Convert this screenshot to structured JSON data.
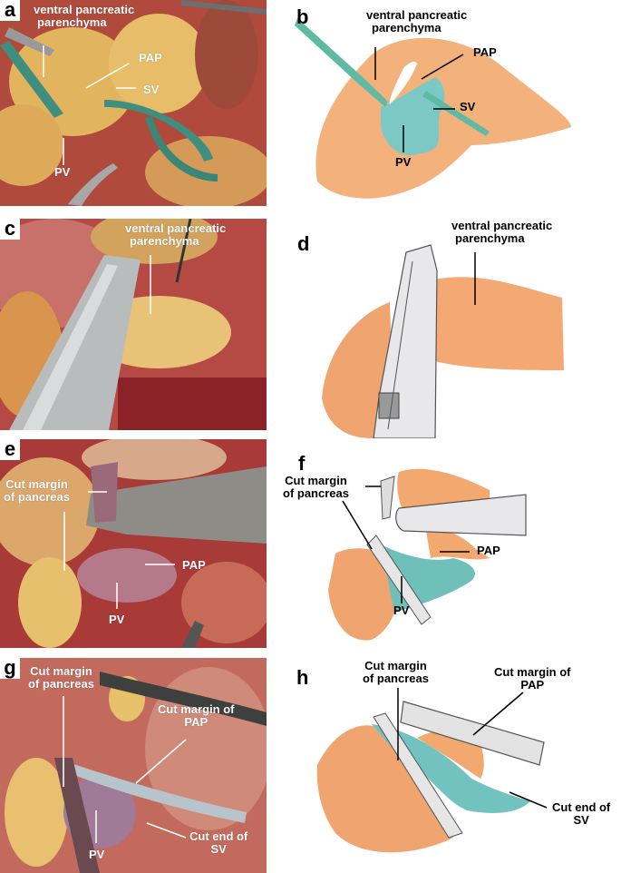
{
  "figure": {
    "panels": [
      {
        "letter": "a",
        "type": "photo",
        "labels": {
          "vpp_line1": "ventral pancreatic",
          "vpp_line2": "parenchyma",
          "pap": "PAP",
          "sv": "SV",
          "pv": "PV"
        }
      },
      {
        "letter": "b",
        "type": "drawing",
        "labels": {
          "vpp_line1": "ventral pancreatic",
          "vpp_line2": "parenchyma",
          "pap": "PAP",
          "sv": "SV",
          "pv": "PV"
        }
      },
      {
        "letter": "c",
        "type": "photo",
        "labels": {
          "vpp_line1": "ventral pancreatic",
          "vpp_line2": "parenchyma"
        }
      },
      {
        "letter": "d",
        "type": "drawing",
        "labels": {
          "vpp_line1": "ventral pancreatic",
          "vpp_line2": "parenchyma"
        }
      },
      {
        "letter": "e",
        "type": "photo",
        "labels": {
          "cmp_line1": "Cut margin",
          "cmp_line2": "of pancreas",
          "pap": "PAP",
          "pv": "PV"
        }
      },
      {
        "letter": "f",
        "type": "drawing",
        "labels": {
          "cmp_line1": "Cut margin",
          "cmp_line2": "of pancreas",
          "pap": "PAP",
          "pv": "PV"
        }
      },
      {
        "letter": "g",
        "type": "photo",
        "labels": {
          "cmp_line1": "Cut margin",
          "cmp_line2": "of pancreas",
          "cmpap_line1": "Cut margin of",
          "cmpap_line2": "PAP",
          "cesv_line1": "Cut end of",
          "cesv_line2": "SV",
          "pv": "PV"
        }
      },
      {
        "letter": "h",
        "type": "drawing",
        "labels": {
          "cmp_line1": "Cut margin",
          "cmp_line2": "of pancreas",
          "cmpap_line1": "Cut margin of",
          "cmpap_line2": "PAP",
          "cesv_line1": "Cut end of",
          "cesv_line2": "SV"
        }
      }
    ],
    "colors": {
      "tissue_photo": "#e8b060",
      "tissue_red": "#a8323a",
      "tissue_drawing": "#f2a86e",
      "vein_drawing": "#7cc8c4",
      "tape_green": "#3f8f80",
      "instrument_gray": "#a8a8a8"
    }
  }
}
